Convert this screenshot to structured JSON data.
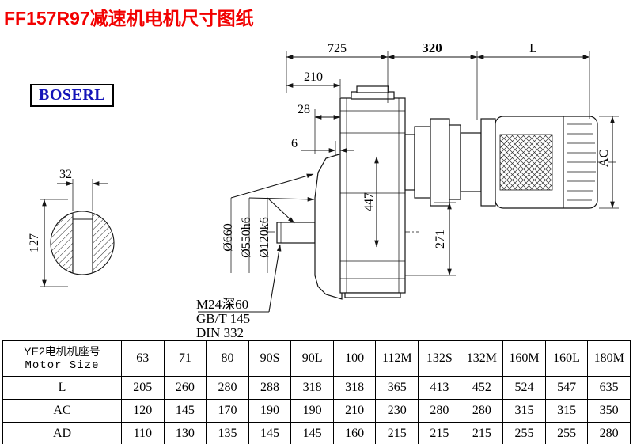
{
  "page": {
    "title": "FF157R97减速机电机尺寸图纸",
    "brand": "BOSERL"
  },
  "drawing": {
    "dims": {
      "d725": "725",
      "d320": "320",
      "dL": "L",
      "d210": "210",
      "d28": "28",
      "d6": "6",
      "d32": "32",
      "d127": "127",
      "d660": "Ø660",
      "d550": "Ø550h6",
      "d120": "Ø120k6",
      "d447": "447",
      "d271": "271",
      "dAC": "AC"
    },
    "notes": {
      "thread": "M24深60",
      "standard1": "GB/T 145",
      "standard2": "DIN 332"
    }
  },
  "table": {
    "header_cn": "YE2电机机座号",
    "header_en": "Motor Size",
    "sizes": [
      "63",
      "71",
      "80",
      "90S",
      "90L",
      "100",
      "112M",
      "132S",
      "132M",
      "160M",
      "160L",
      "180M"
    ],
    "rows": [
      {
        "label": "L",
        "values": [
          "205",
          "260",
          "280",
          "288",
          "318",
          "318",
          "365",
          "413",
          "452",
          "524",
          "547",
          "635"
        ]
      },
      {
        "label": "AC",
        "values": [
          "120",
          "145",
          "170",
          "190",
          "190",
          "210",
          "230",
          "280",
          "280",
          "315",
          "315",
          "350"
        ]
      },
      {
        "label": "AD",
        "values": [
          "110",
          "130",
          "135",
          "145",
          "145",
          "160",
          "215",
          "215",
          "215",
          "255",
          "255",
          "280"
        ]
      }
    ]
  }
}
